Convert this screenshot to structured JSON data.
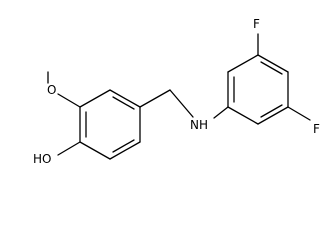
{
  "molecule": {
    "atoms": {
      "fluorine_top": "F",
      "fluorine_bottom": "F",
      "amine": "NH",
      "hydroxyl": "HO",
      "methoxy_oxygen": "O"
    }
  }
}
